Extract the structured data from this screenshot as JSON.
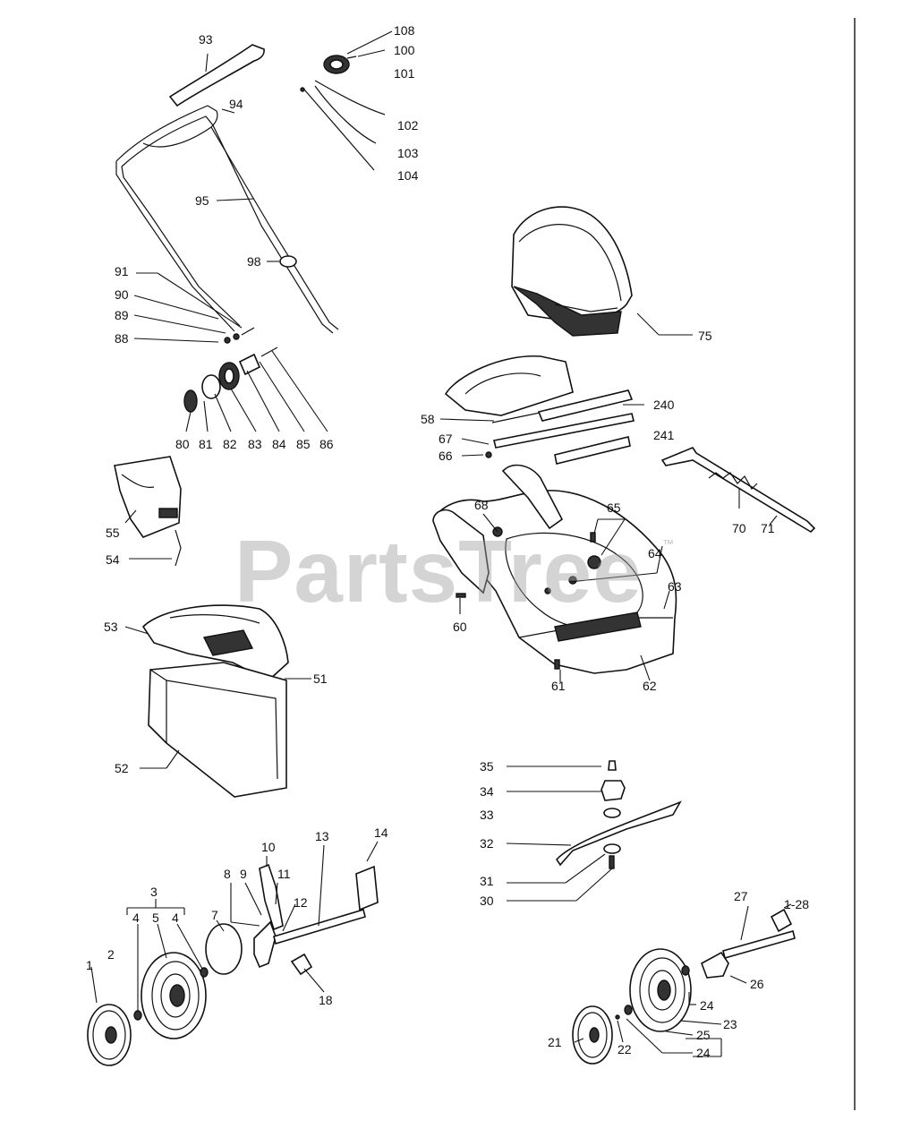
{
  "watermark": {
    "text": "PartsTree",
    "tm": "™"
  },
  "labels": {
    "p93": "93",
    "p94": "94",
    "p95": "95",
    "p98": "98",
    "p108": "108",
    "p100": "100",
    "p101": "101",
    "p102": "102",
    "p103": "103",
    "p104": "104",
    "p91": "91",
    "p90": "90",
    "p89": "89",
    "p88": "88",
    "p80": "80",
    "p81": "81",
    "p82": "82",
    "p83": "83",
    "p84": "84",
    "p85": "85",
    "p86": "86",
    "p75": "75",
    "p240": "240",
    "p241": "241",
    "p58": "58",
    "p67": "67",
    "p66": "66",
    "p68": "68",
    "p65": "65",
    "p64": "64",
    "p63": "63",
    "p60": "60",
    "p61": "61",
    "p62": "62",
    "p70": "70",
    "p71": "71",
    "p55": "55",
    "p54": "54",
    "p53": "53",
    "p51": "51",
    "p52": "52",
    "p35": "35",
    "p34": "34",
    "p33": "33",
    "p32": "32",
    "p31": "31",
    "p30": "30",
    "p10": "10",
    "p13": "13",
    "p14": "14",
    "p8": "8",
    "p9": "9",
    "p11": "11",
    "p12": "12",
    "p3": "3",
    "p4a": "4",
    "p5": "5",
    "p4b": "4",
    "p7": "7",
    "p1": "1",
    "p2": "2",
    "p18": "18",
    "p27": "27",
    "p28": "1-28",
    "p26": "26",
    "p24a": "24",
    "p23": "23",
    "p25": "25",
    "p24b": "24",
    "p21": "21",
    "p22": "22"
  }
}
